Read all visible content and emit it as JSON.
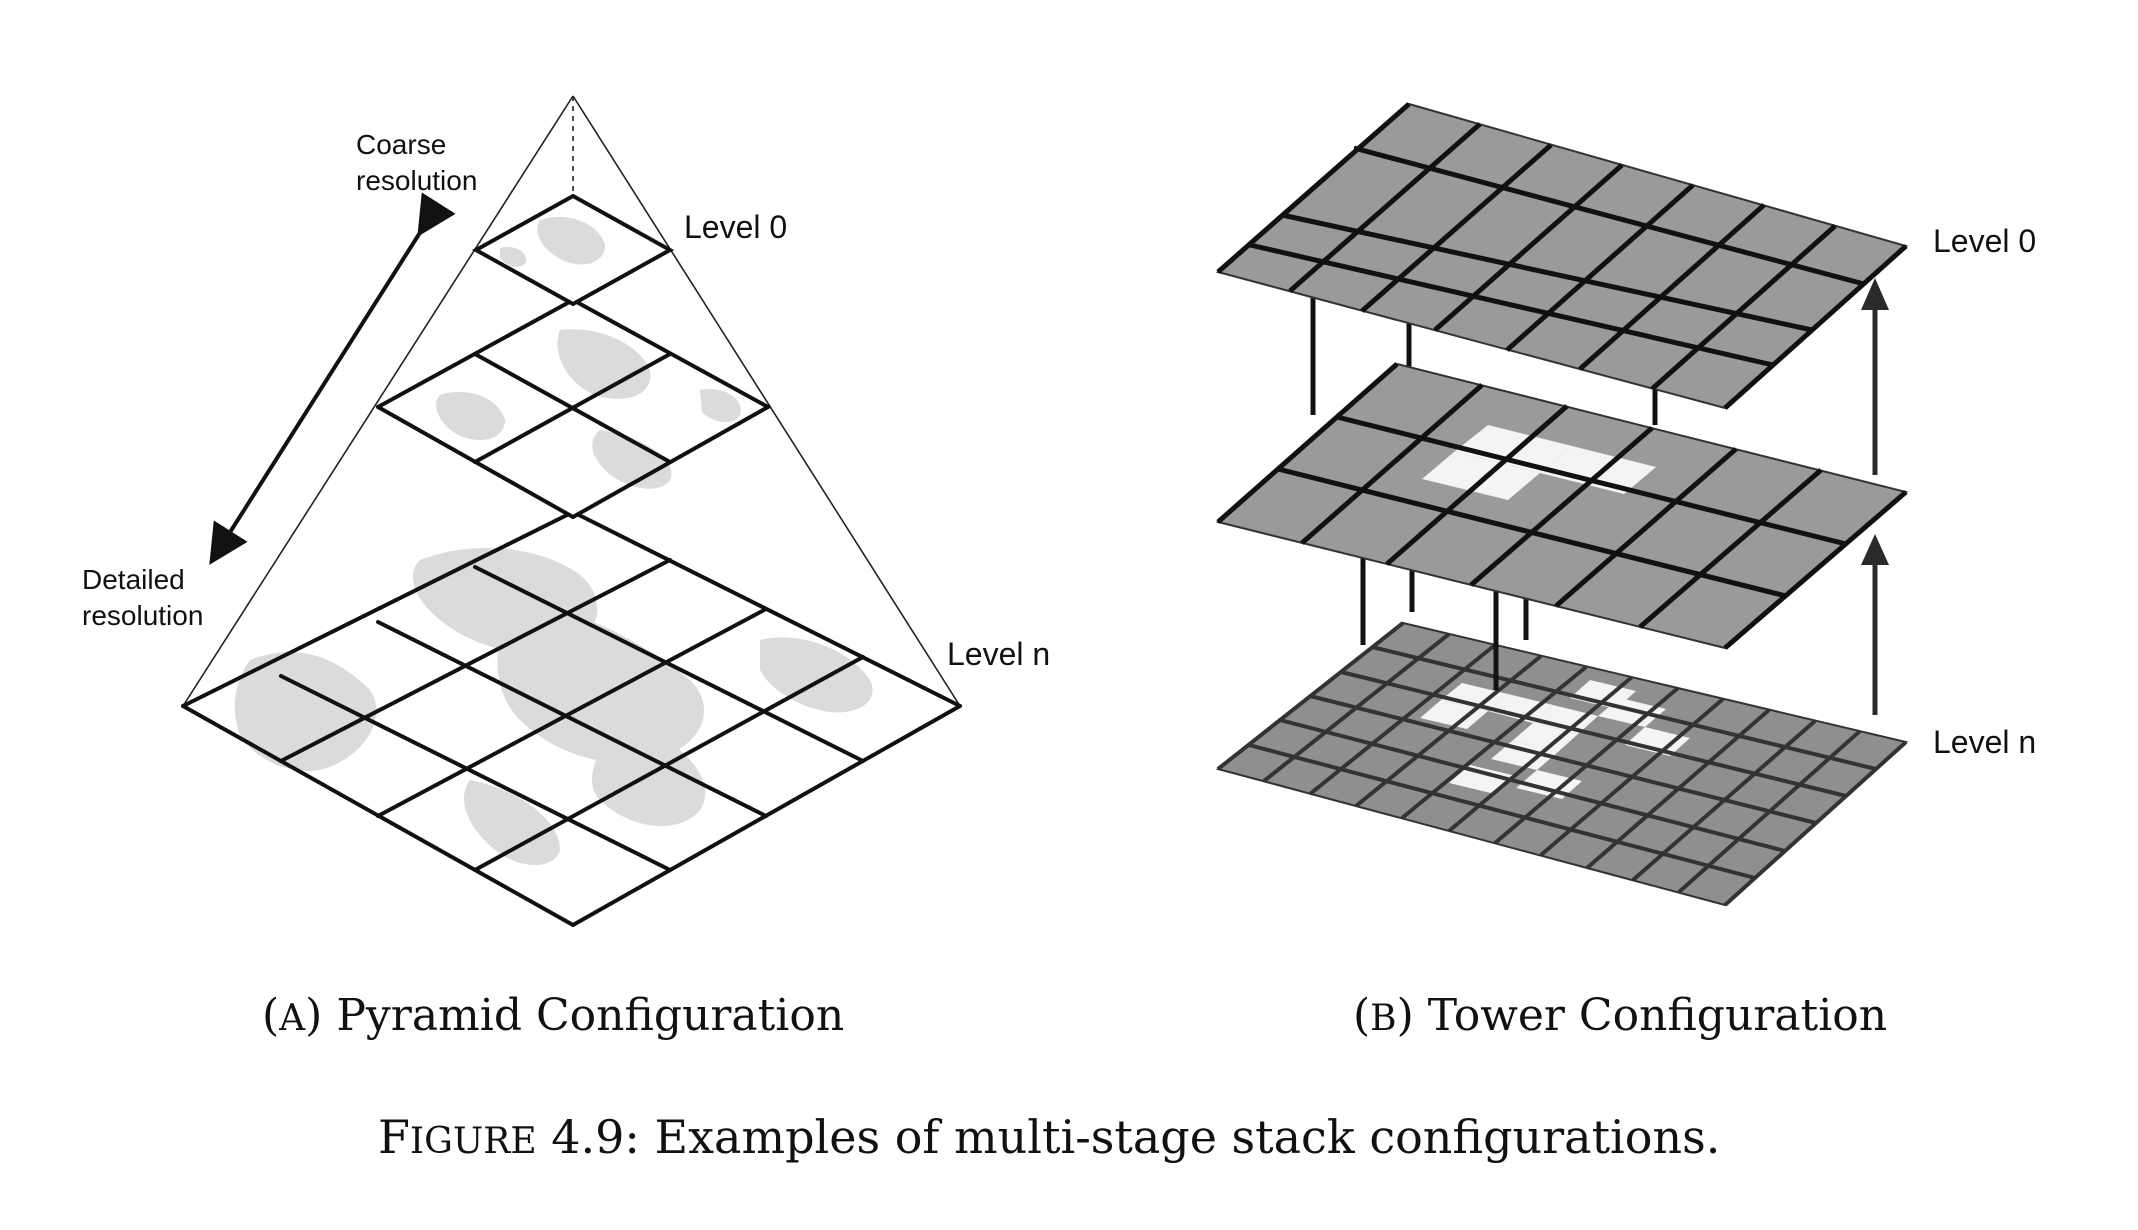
{
  "pyramid": {
    "coarse_label": [
      "Coarse",
      "resolution"
    ],
    "detailed_label": [
      "Detailed",
      "resolution"
    ],
    "level0_label": "Level 0",
    "leveln_label": "Level n"
  },
  "tower": {
    "level0_label": "Level 0",
    "leveln_label": "Level n"
  },
  "captions": {
    "a_prefix": "(",
    "a_letter_big": "A",
    "a_text": ") Pyramid Configuration",
    "b_prefix": "(",
    "b_letter_big": "B",
    "b_text": ") Tower Configuration",
    "figure_big": "F",
    "figure_small": "IGURE",
    "figure_text": " 4.9: Examples of multi-stage stack configurations."
  },
  "colors": {
    "plate_fill": "#9a9a9a",
    "plate_cell_light": "#f4f4f4",
    "map_shading": "#d9dbdd",
    "line": "#111111"
  }
}
